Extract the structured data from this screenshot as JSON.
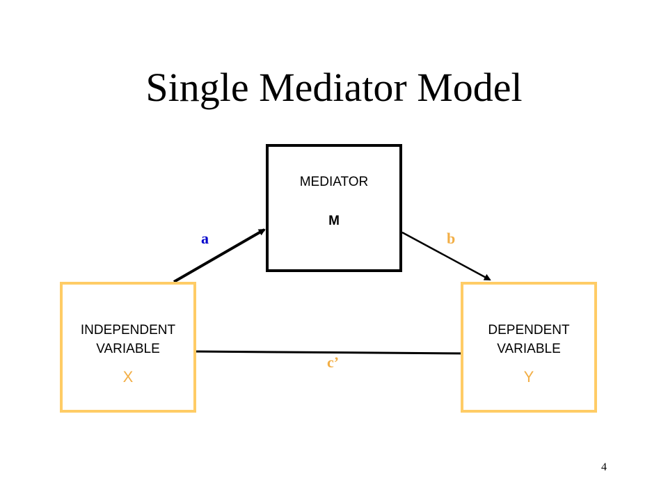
{
  "title": "Single Mediator Model",
  "mediator": {
    "label": "MEDIATOR",
    "symbol": "M"
  },
  "independent": {
    "label_line1": "INDEPENDENT",
    "label_line2": "VARIABLE",
    "symbol": "X"
  },
  "dependent": {
    "label_line1": "DEPENDENT",
    "label_line2": "VARIABLE",
    "symbol": "Y"
  },
  "paths": {
    "a": "a",
    "b": "b",
    "c_prime": "c’"
  },
  "page_number": "4",
  "colors": {
    "box_border_variables": "#FFCC66",
    "symbol_color": "#F2AE45",
    "path_a_color": "#0000CC",
    "arrow_color": "#000000"
  }
}
